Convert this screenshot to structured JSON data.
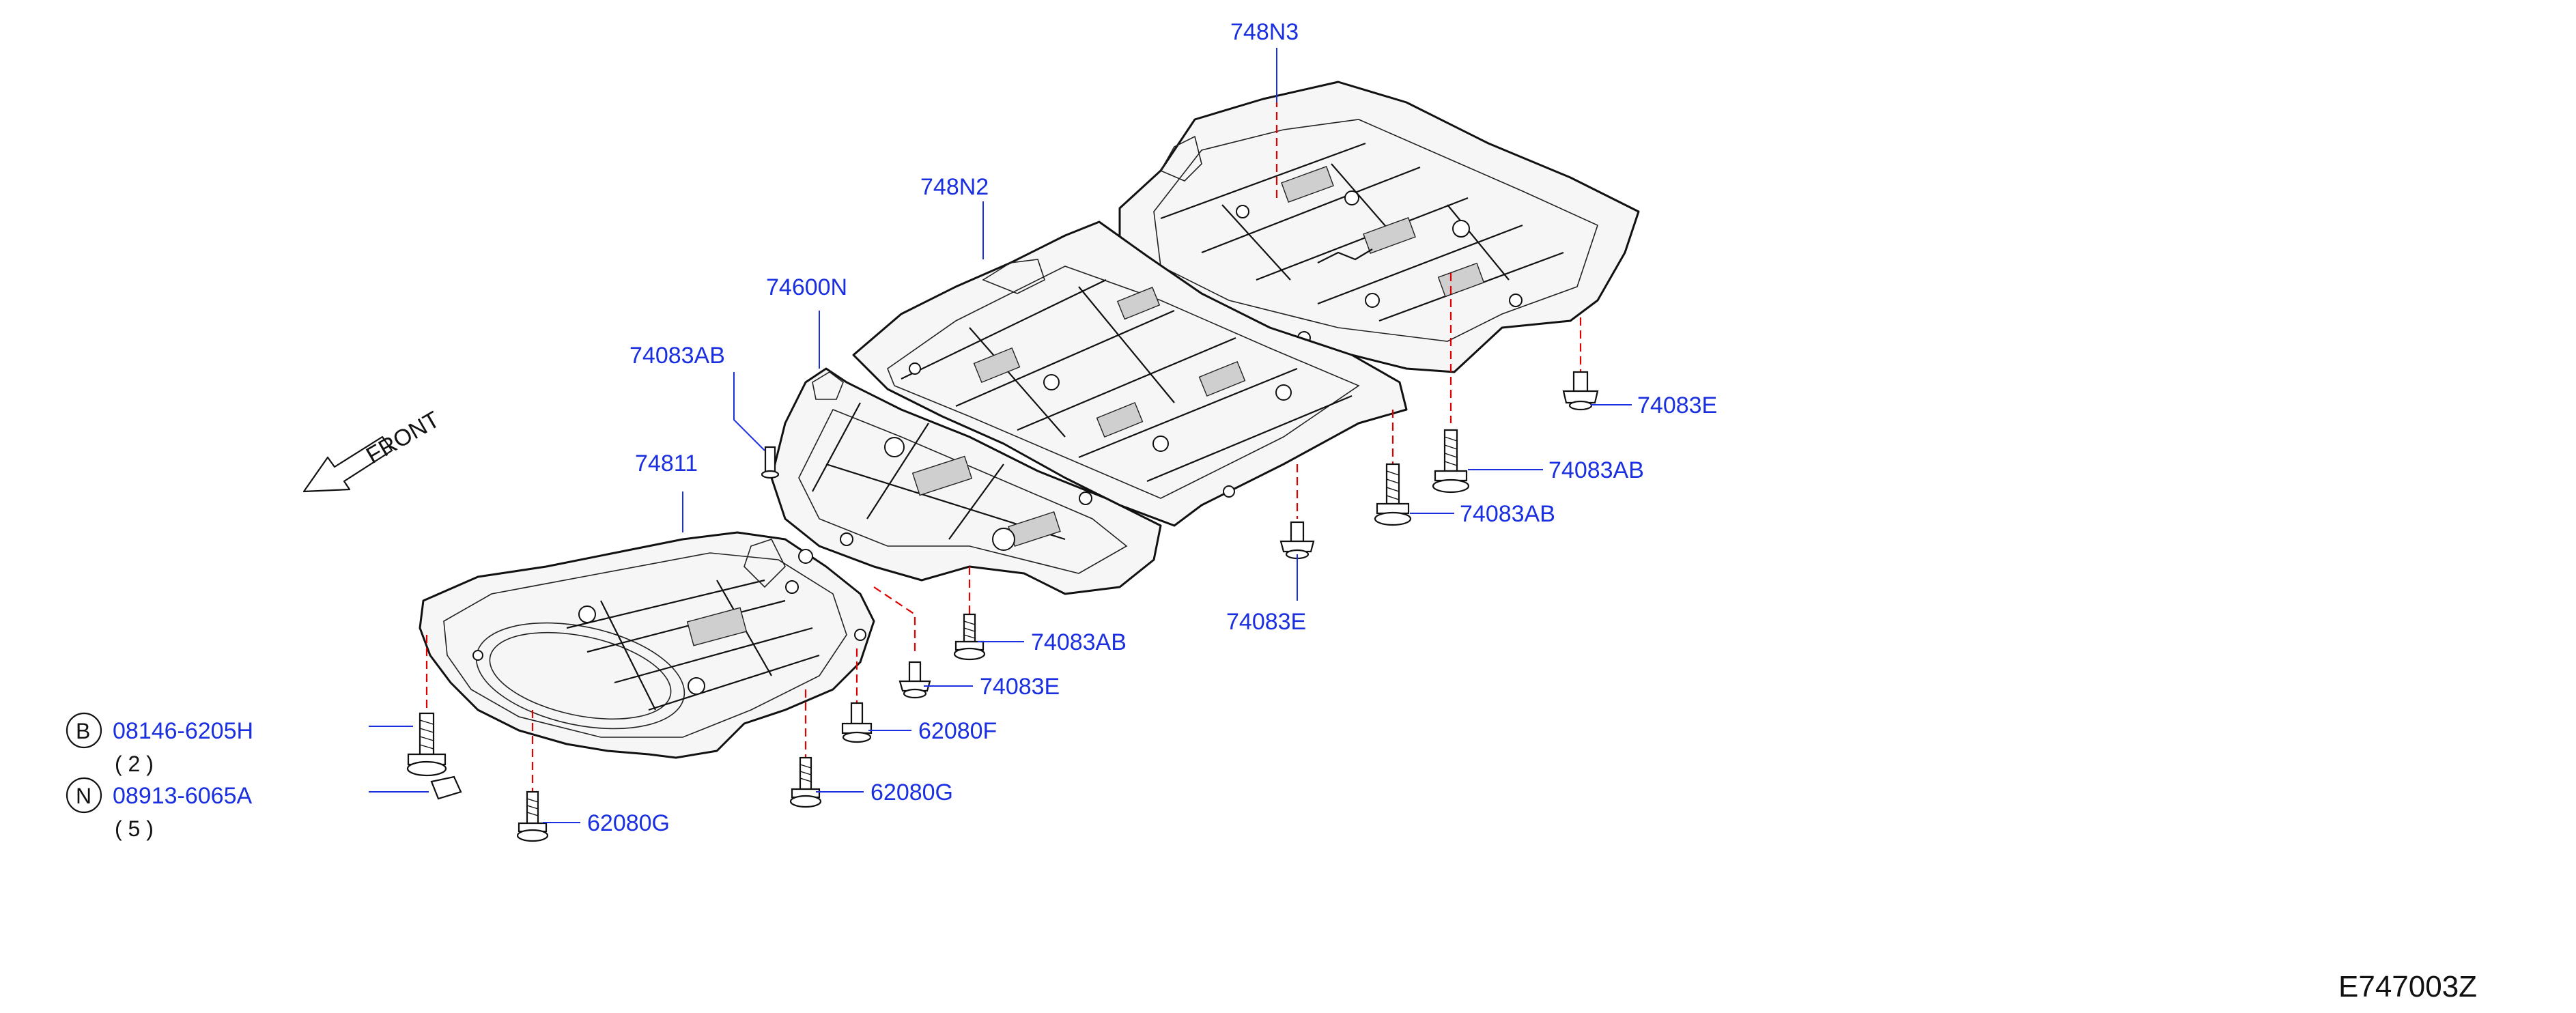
{
  "diagram": {
    "parts": {
      "p748N3": "748N3",
      "p748N2": "748N2",
      "p74600N": "74600N",
      "p74811": "74811",
      "p74083AB_top": "74083AB",
      "p74083E_right": "74083E",
      "p74083AB_right1": "74083AB",
      "p74083AB_right2": "74083AB",
      "p74083E_mid": "74083E",
      "p74083AB_mid": "74083AB",
      "p74083E_low": "74083E",
      "p62080F": "62080F",
      "p62080G_mid": "62080G",
      "p62080G_low": "62080G"
    },
    "legend": [
      {
        "symbol": "B",
        "part": "08146-6205H",
        "qty": "(   2   )"
      },
      {
        "symbol": "N",
        "part": "08913-6065A",
        "qty": "(   5   )"
      }
    ],
    "front_label": "FRONT",
    "diagram_code": "E747003Z"
  },
  "colors": {
    "label": "#1a2fe0",
    "fastener_line": "#e00000",
    "outline": "#111111"
  }
}
